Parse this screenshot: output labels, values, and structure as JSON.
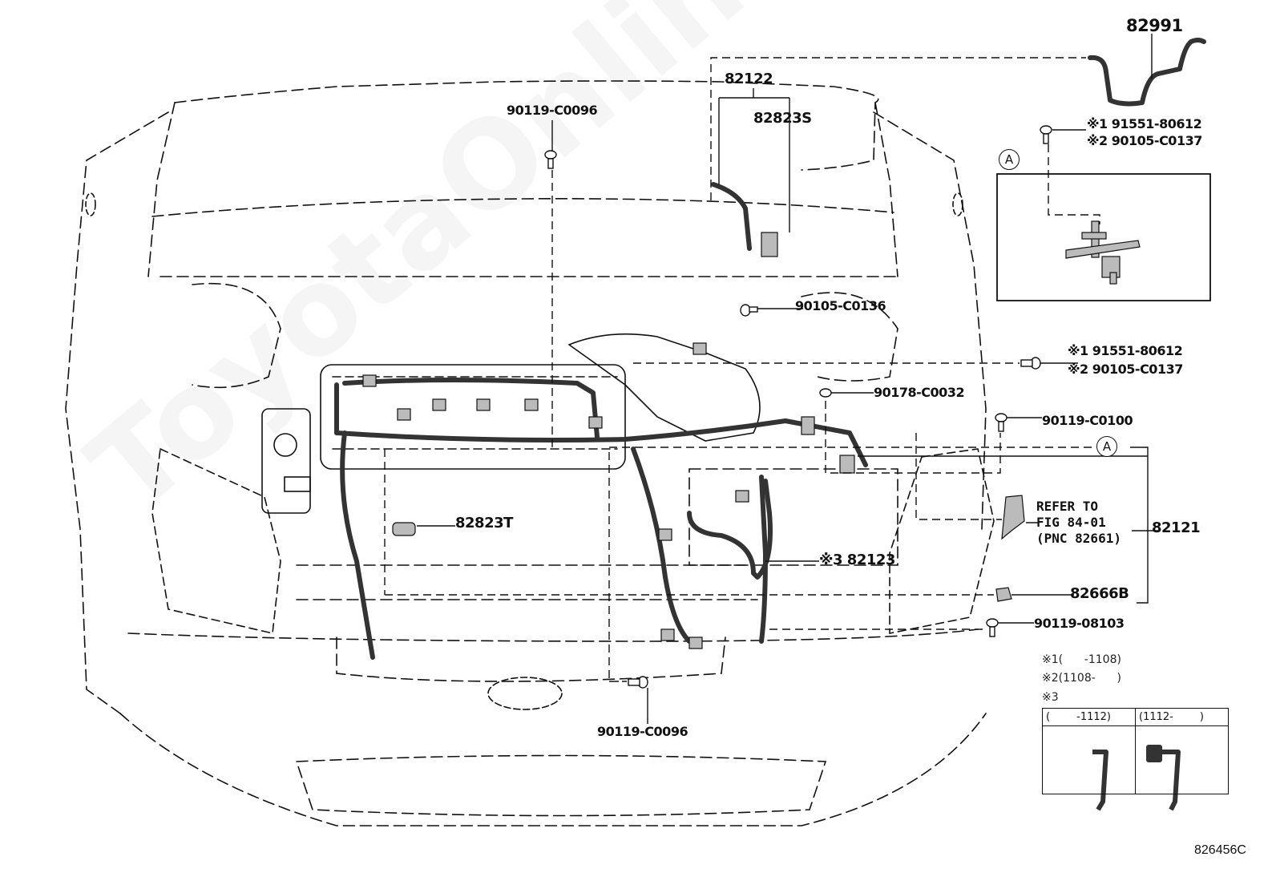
{
  "diagram": {
    "figure_id": "826456C",
    "watermark": "ToyotaOnline.ru",
    "callout_marker": "A",
    "parts": [
      {
        "id": "82991",
        "label": "82991"
      },
      {
        "id": "82122",
        "label": "82122"
      },
      {
        "id": "82823S",
        "label": "82823S"
      },
      {
        "id": "90119-C0096-top",
        "label": "90119-C0096"
      },
      {
        "id": "91551-80612-top",
        "label": "※1 91551-80612"
      },
      {
        "id": "90105-C0137-top",
        "label": "※2 90105-C0137"
      },
      {
        "id": "90105-C0136",
        "label": "90105-C0136"
      },
      {
        "id": "91551-80612-mid",
        "label": "※1 91551-80612"
      },
      {
        "id": "90105-C0137-mid",
        "label": "※2 90105-C0137"
      },
      {
        "id": "90178-C0032",
        "label": "90178-C0032"
      },
      {
        "id": "90119-C0100",
        "label": "90119-C0100"
      },
      {
        "id": "82121",
        "label": "82121"
      },
      {
        "id": "82823T",
        "label": "82823T"
      },
      {
        "id": "82123",
        "label": "※3 82123"
      },
      {
        "id": "82666B",
        "label": "82666B"
      },
      {
        "id": "90119-08103",
        "label": "90119-08103"
      },
      {
        "id": "90119-C0096-bottom",
        "label": "90119-C0096"
      }
    ],
    "refer_note": {
      "line1": "REFER TO",
      "line2": "FIG 84-01",
      "line3": "(PNC 82661)"
    },
    "footnotes": [
      {
        "mark": "※1",
        "range": "(      -1108)"
      },
      {
        "mark": "※2",
        "range": "(1108-      )"
      },
      {
        "mark": "※3",
        "range": ""
      }
    ],
    "variant_table": {
      "columns": [
        "(        -1112)",
        "(1112-        )"
      ]
    }
  }
}
